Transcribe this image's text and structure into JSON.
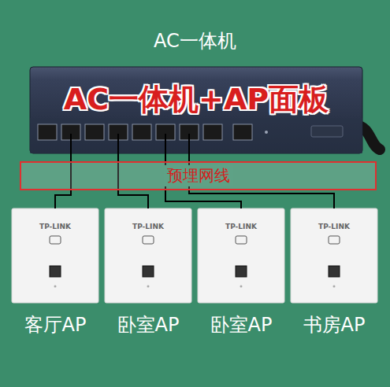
{
  "diagram": {
    "title": "AC一体机",
    "nodes": [
      {
        "text": [
          "AC一体机+AP面板"
        ]
      },
      {
        "text": [
          "预埋网线"
        ]
      },
      {
        "text": [
          "TP-LINK",
          "客厅AP"
        ]
      },
      {
        "text": [
          "TP-LINK",
          "卧室AP"
        ]
      },
      {
        "text": [
          "TP-LINK",
          "卧室AP"
        ]
      },
      {
        "text": [
          "TP-LINK",
          "书房AP"
        ]
      }
    ],
    "edges": [
      {
        "from": 0,
        "to": 2,
        "arrow": "none"
      },
      {
        "from": 0,
        "to": 3,
        "arrow": "none"
      },
      {
        "from": 0,
        "to": 4,
        "arrow": "none"
      },
      {
        "from": 0,
        "to": 5,
        "arrow": "none"
      }
    ]
  }
}
